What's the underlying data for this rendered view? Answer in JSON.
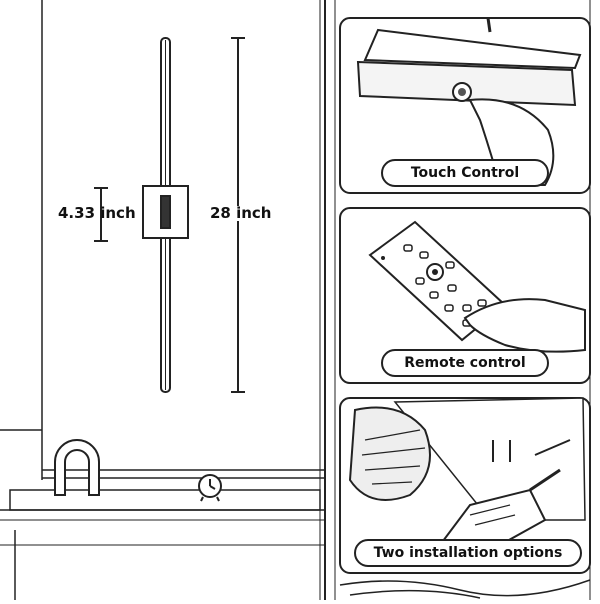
{
  "dimensions": {
    "height_label": "28 inch",
    "width_label": "4.33 inch"
  },
  "panels": [
    {
      "caption": "Touch Control"
    },
    {
      "caption": "Remote control"
    },
    {
      "caption": "Two installation options"
    }
  ],
  "colors": {
    "line": "#222222",
    "background": "#ffffff"
  }
}
